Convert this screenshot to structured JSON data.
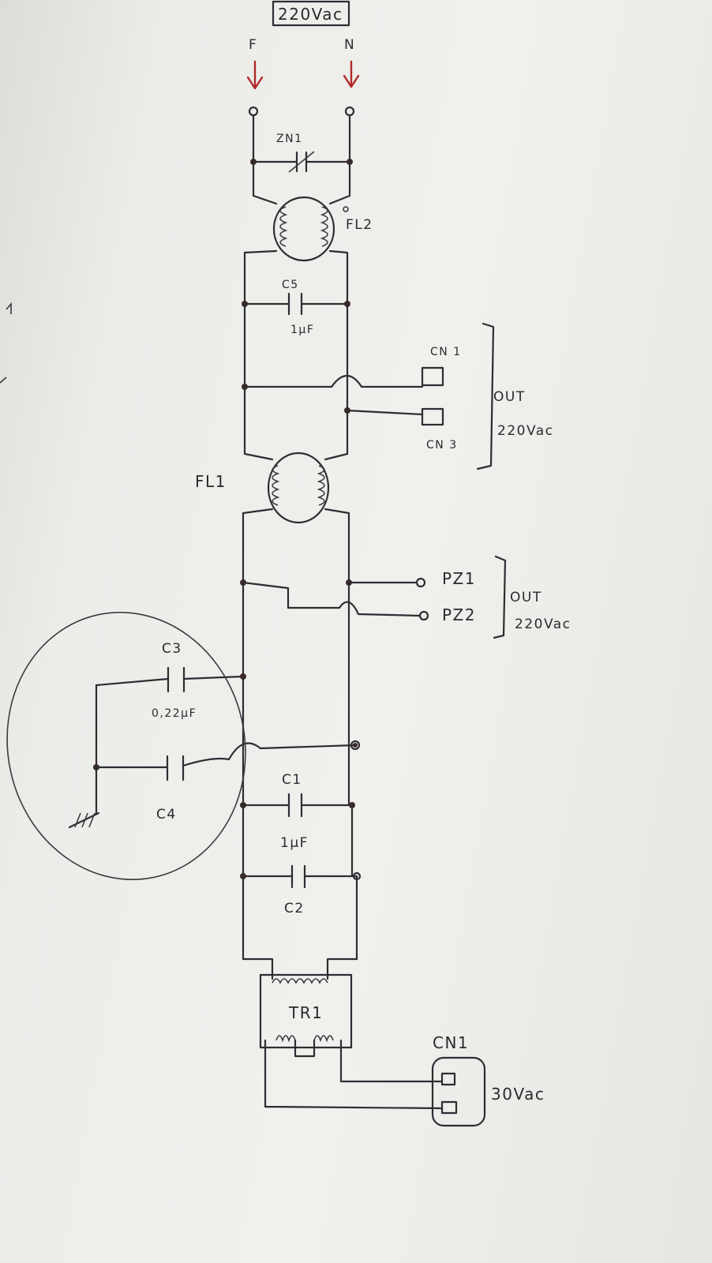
{
  "labels": {
    "supply": "220Vac",
    "phase": "F",
    "neutral": "N",
    "cn1_top": "CN 1",
    "cn3": "CN 3",
    "out_top": "OUT",
    "out_top_voltage": "220Vac",
    "fl2": "FL2",
    "fl1": "FL1",
    "zn1": "ZN1",
    "c5": "C5",
    "c5_value": "1µF",
    "pz1": "PZ1",
    "pz2": "PZ2",
    "out_mid": "OUT",
    "out_mid_voltage": "220Vac",
    "c3": "C3",
    "c3_value": "0,22µF",
    "c4": "C4",
    "c1": "C1",
    "c1_value": "1µF",
    "c2": "C2",
    "tr1": "TR1",
    "cn1_bottom": "CN1",
    "out_bottom_voltage": "30Vac"
  },
  "colors": {
    "ink": "#2d2d33",
    "arrow": "#b02a2a",
    "paper": "#f0f0ed"
  }
}
